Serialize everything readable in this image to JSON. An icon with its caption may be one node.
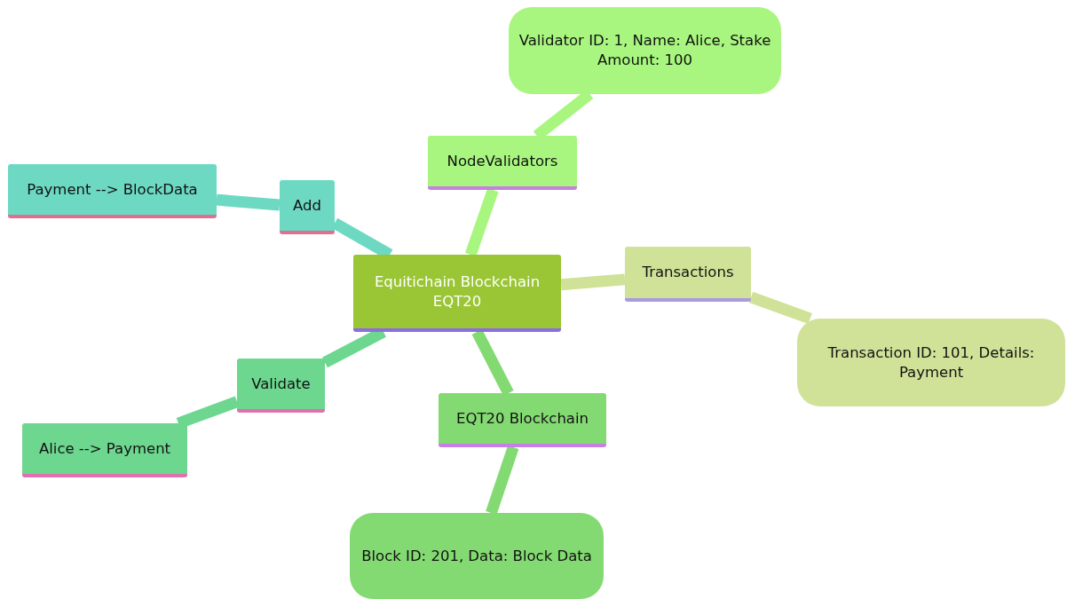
{
  "diagram": {
    "nodes": [
      {
        "text": [
          "Equitichain Blockchain EQT20"
        ]
      },
      {
        "text": [
          "NodeValidators"
        ]
      },
      {
        "text": [
          "Validator ID: 1, Name: Alice, Stake Amount: 100"
        ]
      },
      {
        "text": [
          "Transactions"
        ]
      },
      {
        "text": [
          "Transaction ID: 101, Details: Payment"
        ]
      },
      {
        "text": [
          "EQT20 Blockchain"
        ]
      },
      {
        "text": [
          "Block ID: 201, Data: Block Data"
        ]
      },
      {
        "text": [
          "Validate"
        ]
      },
      {
        "text": [
          "Alice --> Payment"
        ]
      },
      {
        "text": [
          "Add"
        ]
      },
      {
        "text": [
          "Payment --> BlockData"
        ]
      }
    ],
    "edges": [
      {
        "from": 0,
        "to": 1,
        "arrow": "none",
        "color": "#a8f67f"
      },
      {
        "from": 1,
        "to": 2,
        "arrow": "none",
        "color": "#a8f67f"
      },
      {
        "from": 0,
        "to": 3,
        "arrow": "none",
        "color": "#d0e298"
      },
      {
        "from": 3,
        "to": 4,
        "arrow": "none",
        "color": "#d0e298"
      },
      {
        "from": 0,
        "to": 5,
        "arrow": "none",
        "color": "#84da72"
      },
      {
        "from": 5,
        "to": 6,
        "arrow": "none",
        "color": "#84da72"
      },
      {
        "from": 0,
        "to": 7,
        "arrow": "none",
        "color": "#6dd78f"
      },
      {
        "from": 7,
        "to": 8,
        "arrow": "none",
        "color": "#6dd78f"
      },
      {
        "from": 0,
        "to": 9,
        "arrow": "none",
        "color": "#6dd9c3"
      },
      {
        "from": 9,
        "to": 10,
        "arrow": "none",
        "color": "#6dd9c3"
      }
    ]
  }
}
